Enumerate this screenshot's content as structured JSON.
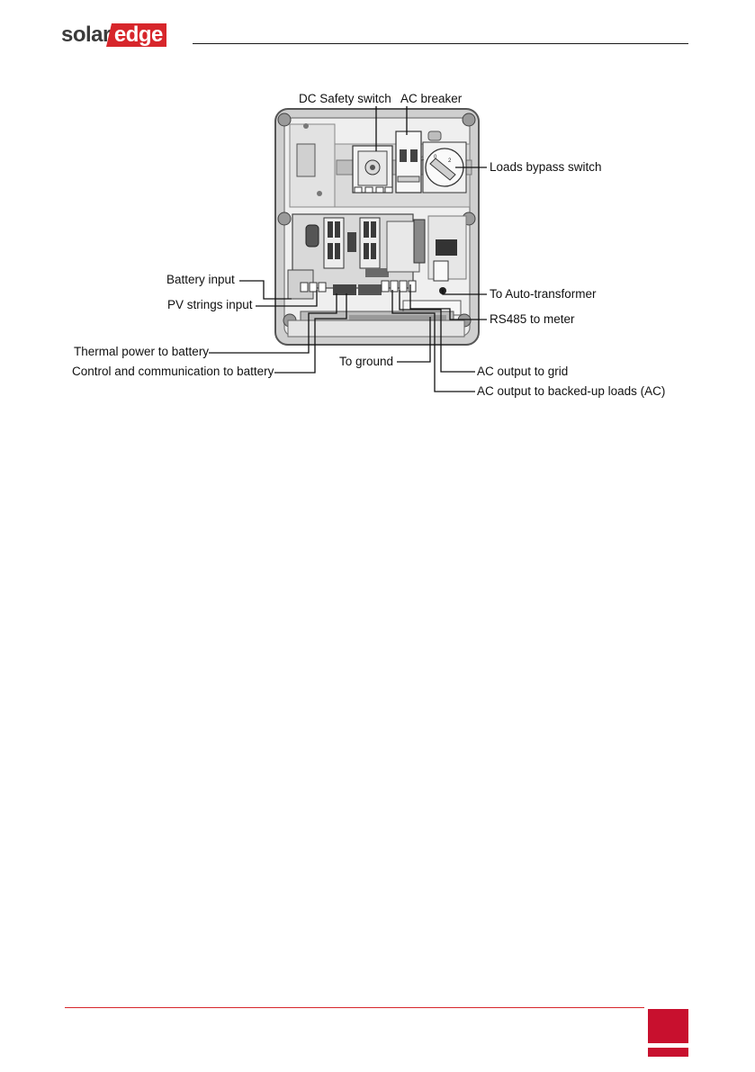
{
  "header": {
    "logo_solar": "solar",
    "logo_edge": "edge"
  },
  "figure": {
    "labels": {
      "dc_safety_switch": "DC Safety switch",
      "ac_breaker": "AC breaker",
      "loads_bypass_switch": "Loads bypass switch",
      "battery_input": "Battery input",
      "pv_strings_input": "PV strings input",
      "to_auto_transformer": "To Auto-transformer",
      "rs485_to_meter": "RS485 to meter",
      "thermal_power_to_battery": "Thermal power to battery",
      "control_and_communication": "Control and communication to battery",
      "to_ground": "To ground",
      "ac_output_to_grid": "AC output to grid",
      "ac_output_to_backed_up_loads": "AC output to backed-up loads (AC)"
    }
  },
  "colors": {
    "brand_red": "#d7262b",
    "footer_red": "#c8102e"
  }
}
